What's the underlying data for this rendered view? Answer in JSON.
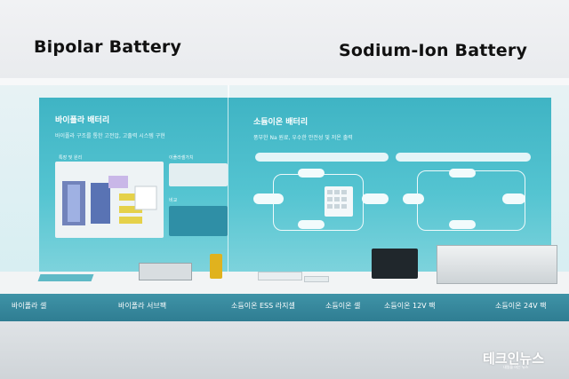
{
  "headings": {
    "left": "Bipolar Battery",
    "right": "Sodium-Ion Battery"
  },
  "left_panel": {
    "title": "바이폴라 배터리",
    "subtitle": "바이폴라 구조를 통한 고전압, 고출력 시스템 구현",
    "card_tag": "특장 및 원리",
    "side_tag_1": "이폴라셀가치",
    "side_tag_2": "비교"
  },
  "right_panel": {
    "title": "소듐이온 배터리",
    "subtitle": "풍부한 Na 원료, 우수한 안전성 및 저온 출력"
  },
  "shelf_labels": [
    "바이폴라 셀",
    "바이폴라 서브팩",
    "소듐이온 ESS 라지셀",
    "소듐이온 셀",
    "소듐이온 12V 팩",
    "소듐이온 24V 팩"
  ],
  "watermark": {
    "logo_text": "테크인뉴스",
    "logo_sub": "내일을 여는 뉴스"
  },
  "colors": {
    "panel": "#4cbfcd",
    "label_bar": "#3a8a9e",
    "heading": "#111111"
  }
}
